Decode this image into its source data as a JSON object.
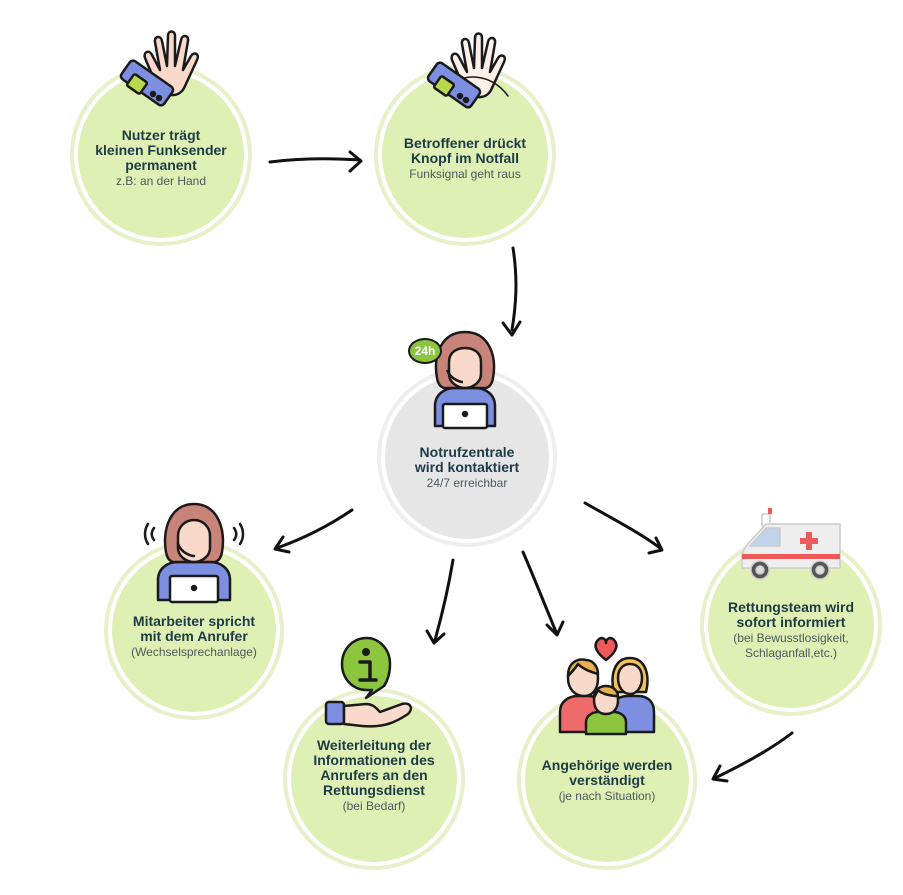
{
  "nodes": {
    "n1": {
      "title": "Nutzer trägt\nkleinen Funksender\npermanent",
      "sub": "z.B: an der Hand"
    },
    "n2": {
      "title": "Betroffener drückt\nKnopf im Notfall",
      "sub": "Funksignal geht raus"
    },
    "n3": {
      "title": "Notrufzentrale\nwird kontaktiert",
      "sub": "24/7 erreichbar"
    },
    "n4": {
      "title": "Mitarbeiter spricht\nmit dem Anrufer",
      "sub": "(Wechselsprechanlage)"
    },
    "n5": {
      "title": "Weiterleitung der\nInformationen des\nAnrufers an den\nRettungsdienst",
      "sub": "(bei Bedarf)"
    },
    "n6": {
      "title": "Angehörige werden\nverständigt",
      "sub": "(je nach Situation)"
    },
    "n7": {
      "title": "Rettungsteam wird\nsofort informiert",
      "sub": "(bei Bewusstlosigkeit,\nSchlaganfall,etc.)"
    }
  },
  "badge_24h": "24h",
  "colors": {
    "node_fill": "#dff0b4",
    "node_ring": "#e6f0c9",
    "center_fill": "#e6e6e6",
    "title_text": "#1d3a46",
    "arrow": "#111111",
    "accent_green": "#8cc63f"
  },
  "icons": [
    "hand-wristband-icon",
    "hand-pressing-button-icon",
    "operator-headset-icon",
    "operator-speaking-icon",
    "info-hand-icon",
    "family-heart-icon",
    "ambulance-icon"
  ]
}
